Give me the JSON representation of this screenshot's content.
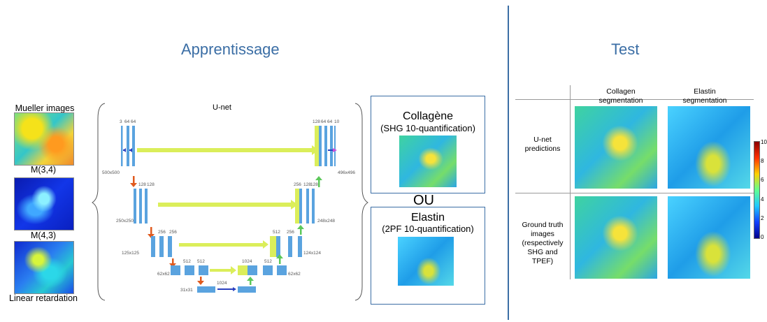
{
  "apprentissage": {
    "title": "Apprentissage",
    "inputs_title": "Mueller images",
    "input_labels": [
      "M(3,4)",
      "M(4,3)",
      "Linear retardation"
    ],
    "unet": {
      "title": "U-net",
      "channel_labels": [
        "3",
        "64",
        "64",
        "128",
        "128",
        "256",
        "256",
        "512",
        "512",
        "1024",
        "1024",
        "512",
        "512",
        "256",
        "128",
        "128",
        "64",
        "64",
        "10"
      ],
      "size_labels": [
        "500x500",
        "250x250",
        "125x125",
        "62x62",
        "31x31",
        "62x62",
        "124x124",
        "248x248",
        "496x496"
      ]
    },
    "output_collagen": {
      "title": "Collagène",
      "subtitle": "(SHG 10-quantification)"
    },
    "or_label": "OU",
    "output_elastin": {
      "title": "Elastin",
      "subtitle": "(2PF 10-quantification)"
    }
  },
  "test": {
    "title": "Test",
    "col_headers": [
      "Collagen segmentation",
      "Elastin segmentation"
    ],
    "row_headers": [
      "U-net predictions",
      "Ground truth images (respectively SHG and TPEF)"
    ],
    "colorbar_ticks": [
      "10",
      "8",
      "6",
      "4",
      "2",
      "0"
    ]
  },
  "colors": {
    "accent": "#3b6ea5",
    "block": "#5aa3df",
    "skip_arrow": "#dbee5a",
    "down_arrow": "#e05a1e",
    "up_arrow": "#5cc85a",
    "out_arrow": "#c94fd8"
  }
}
